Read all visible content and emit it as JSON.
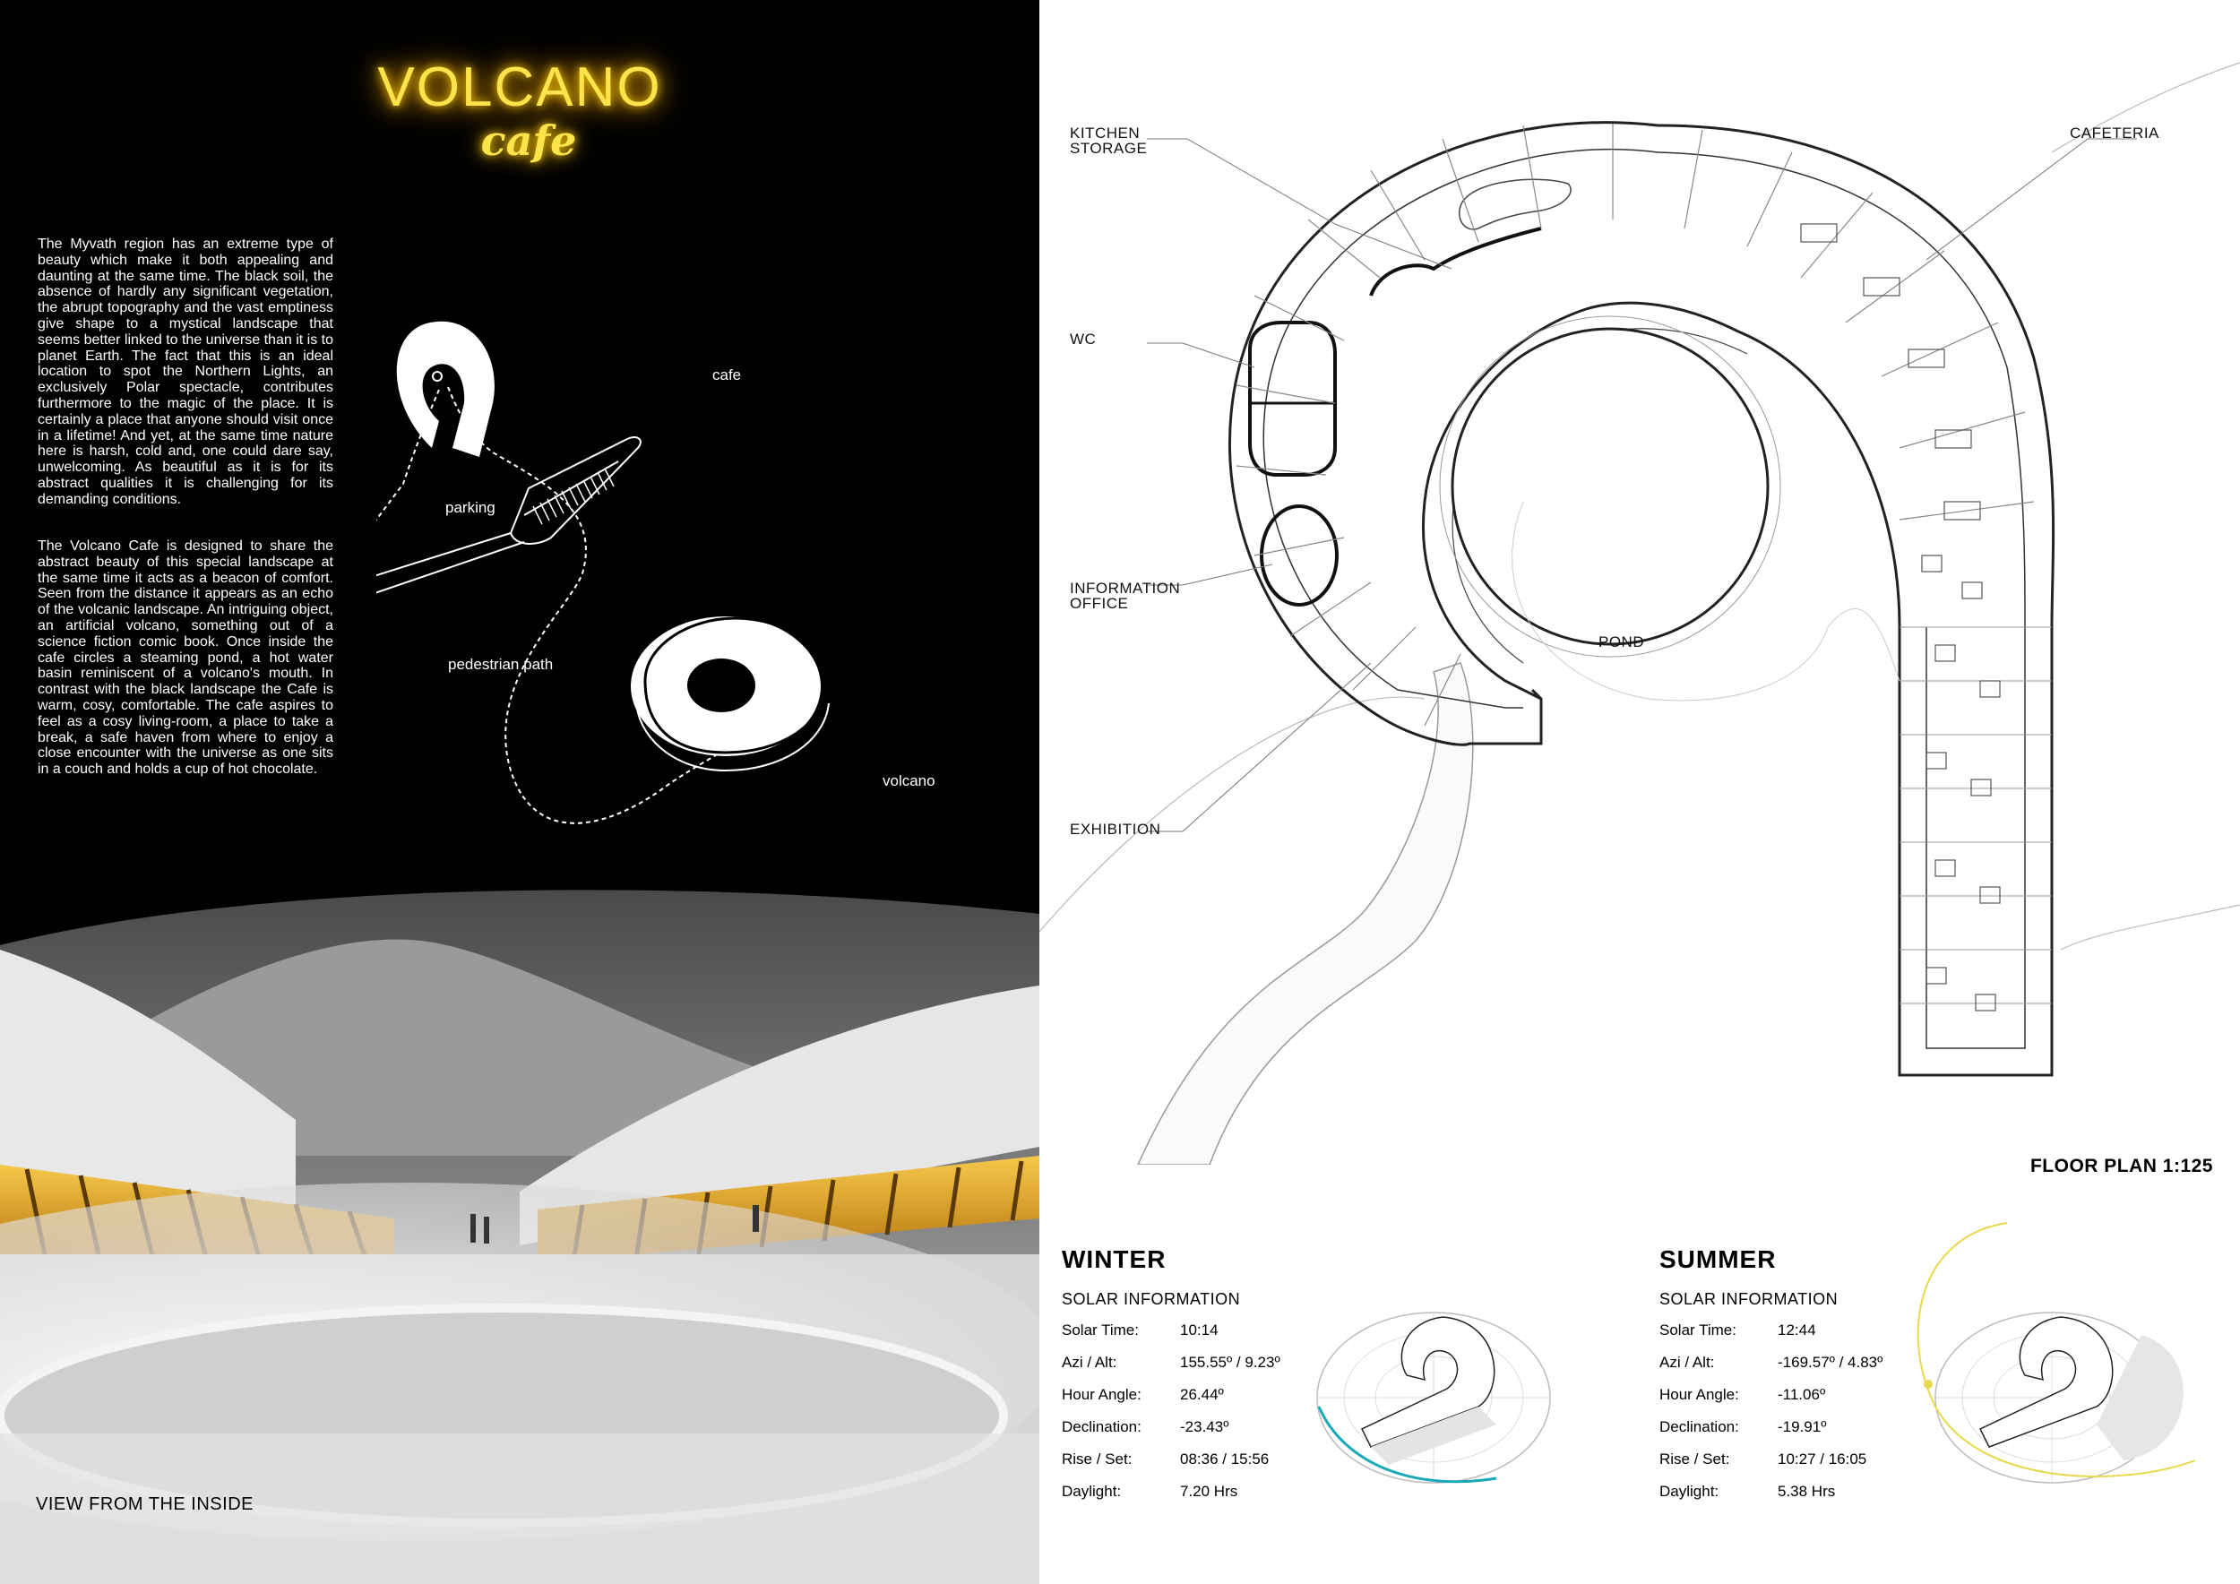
{
  "logo": {
    "main": "VOLCANO",
    "sub": "cafe",
    "color": "#ffe34a"
  },
  "description": {
    "p1": "The Myvath region has an extreme type of beauty which make it both appealing and daunting at the same time. The black soil, the absence of hardly any significant vegetation, the abrupt topography and the vast emptiness give shape to a mystical landscape that seems better linked to the universe than it is to planet Earth. The fact that this is an ideal location to spot the Northern Lights, an exclusively Polar spectacle, contributes furthermore to the magic of the place. It is certainly a place that anyone should visit once in a lifetime! And yet, at the same time nature here is harsh, cold and, one could dare say, unwelcoming. As beautiful as it is for its abstract qualities it is challenging for its demanding conditions.",
    "p2": "The Volcano Cafe is designed to share the abstract beauty of this special landscape at the same time it acts as a beacon of comfort. Seen from the distance it appears as an echo of the volcanic landscape. An intriguing object, an artificial volcano, something out of a science fiction comic book. Once inside the cafe circles a steaming pond, a hot water basin reminiscent of a volcano's mouth. In contrast with the black landscape the Cafe is warm, cosy, comfortable. The cafe aspires to feel as a cosy living-room, a place to take a break, a safe haven from where to enjoy a close encounter with the universe as one sits in a couch and holds a cup of hot chocolate."
  },
  "site_plan": {
    "cafe": "cafe",
    "parking": "parking",
    "pedestrian_path": "pedestrian path",
    "volcano": "volcano"
  },
  "view_caption": "VIEW FROM THE INSIDE",
  "floor_plan": {
    "labels": {
      "kitchen": "KITCHEN\nSTORAGE",
      "cafeteria": "CAFETERIA",
      "wc": "WC",
      "information": "INFORMATION\nOFFICE",
      "exhibition": "EXHIBITION",
      "pond": "POND"
    },
    "title": "FLOOR PLAN 1:125"
  },
  "winter": {
    "title": "WINTER",
    "subtitle": "SOLAR INFORMATION",
    "rows": [
      {
        "k": "Solar Time:",
        "v": "10:14"
      },
      {
        "k": "Azi / Alt:",
        "v": "155.55º / 9.23º"
      },
      {
        "k": "Hour Angle:",
        "v": "26.44º"
      },
      {
        "k": "Declination:",
        "v": "-23.43º"
      },
      {
        "k": "Rise / Set:",
        "v": "08:36 / 15:56"
      },
      {
        "k": "Daylight:",
        "v": "7.20 Hrs"
      }
    ],
    "sun_path_color": "#1aa9b8"
  },
  "summer": {
    "title": "SUMMER",
    "subtitle": "SOLAR INFORMATION",
    "rows": [
      {
        "k": "Solar Time:",
        "v": "12:44"
      },
      {
        "k": "Azi / Alt:",
        "v": "-169.57º / 4.83º"
      },
      {
        "k": "Hour Angle:",
        "v": "-11.06º"
      },
      {
        "k": "Declination:",
        "v": "-19.91º"
      },
      {
        "k": "Rise / Set:",
        "v": "10:27 / 16:05"
      },
      {
        "k": "Daylight:",
        "v": "5.38 Hrs"
      }
    ],
    "sun_path_color": "#e6d94a"
  }
}
